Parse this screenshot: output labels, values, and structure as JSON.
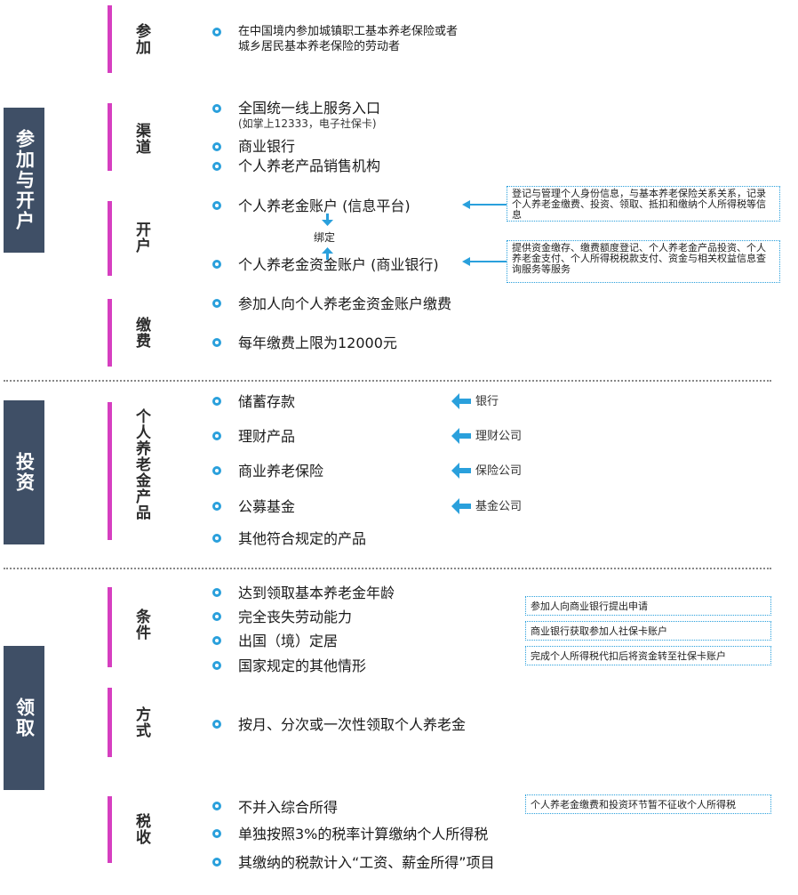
{
  "sections": [
    {
      "label": "参加与开户"
    },
    {
      "label": "投资"
    },
    {
      "label": "领取"
    }
  ],
  "subsections": {
    "participate": "参加",
    "channel": "渠道",
    "account": "开户",
    "contribute": "缴费",
    "products": "个人养老金产品",
    "conditions": "条件",
    "method": "方式",
    "tax": "税收"
  },
  "participate": {
    "line1": "在中国境内参加城镇职工基本养老保险或者",
    "line2": "城乡居民基本养老保险的劳动者"
  },
  "channel": {
    "items": [
      "全国统一线上服务入口",
      "商业银行",
      "个人养老产品销售机构"
    ],
    "note": "(如掌上12333，电子社保卡)"
  },
  "account": {
    "item1": "个人养老金账户 (信息平台)",
    "item2": "个人养老金资金账户 (商业银行)",
    "bind_label": "绑定",
    "note1": "登记与管理个人身份信息，与基本养老保险关系关系，记录个人养老金缴费、投资、领取、抵扣和缴纳个人所得税等信息",
    "note2": "提供资金缴存、缴费额度登记、个人养老金产品投资、个人养老金支付、个人所得税税款支付、资金与相关权益信息查询服务等服务"
  },
  "contribute": {
    "items": [
      "参加人向个人养老金资金账户缴费",
      "每年缴费上限为12000元"
    ]
  },
  "products": {
    "items": [
      "储蓄存款",
      "理财产品",
      "商业养老保险",
      "公募基金",
      "其他符合规定的产品"
    ],
    "providers": [
      "银行",
      "理财公司",
      "保险公司",
      "基金公司"
    ]
  },
  "conditions": {
    "items": [
      "达到领取基本养老金年龄",
      "完全丧失劳动能力",
      "出国（境）定居",
      "国家规定的其他情形"
    ],
    "steps": [
      "参加人向商业银行提出申请",
      "商业银行获取参加人社保卡账户",
      "完成个人所得税代扣后将资金转至社保卡账户"
    ]
  },
  "method": {
    "items": [
      "按月、分次或一次性领取个人养老金"
    ]
  },
  "tax": {
    "items": [
      "不并入综合所得",
      "单独按照3%的税率计算缴纳个人所得税",
      "其缴纳的税款计入“工资、薪金所得”项目"
    ],
    "note": "个人养老金缴费和投资环节暂不征收个人所得税"
  },
  "colors": {
    "section_bg": "#3f4f66",
    "accent_bar": "#d63fc0",
    "bullet": "#2aa0dc",
    "arrow": "#2aa0dc"
  }
}
